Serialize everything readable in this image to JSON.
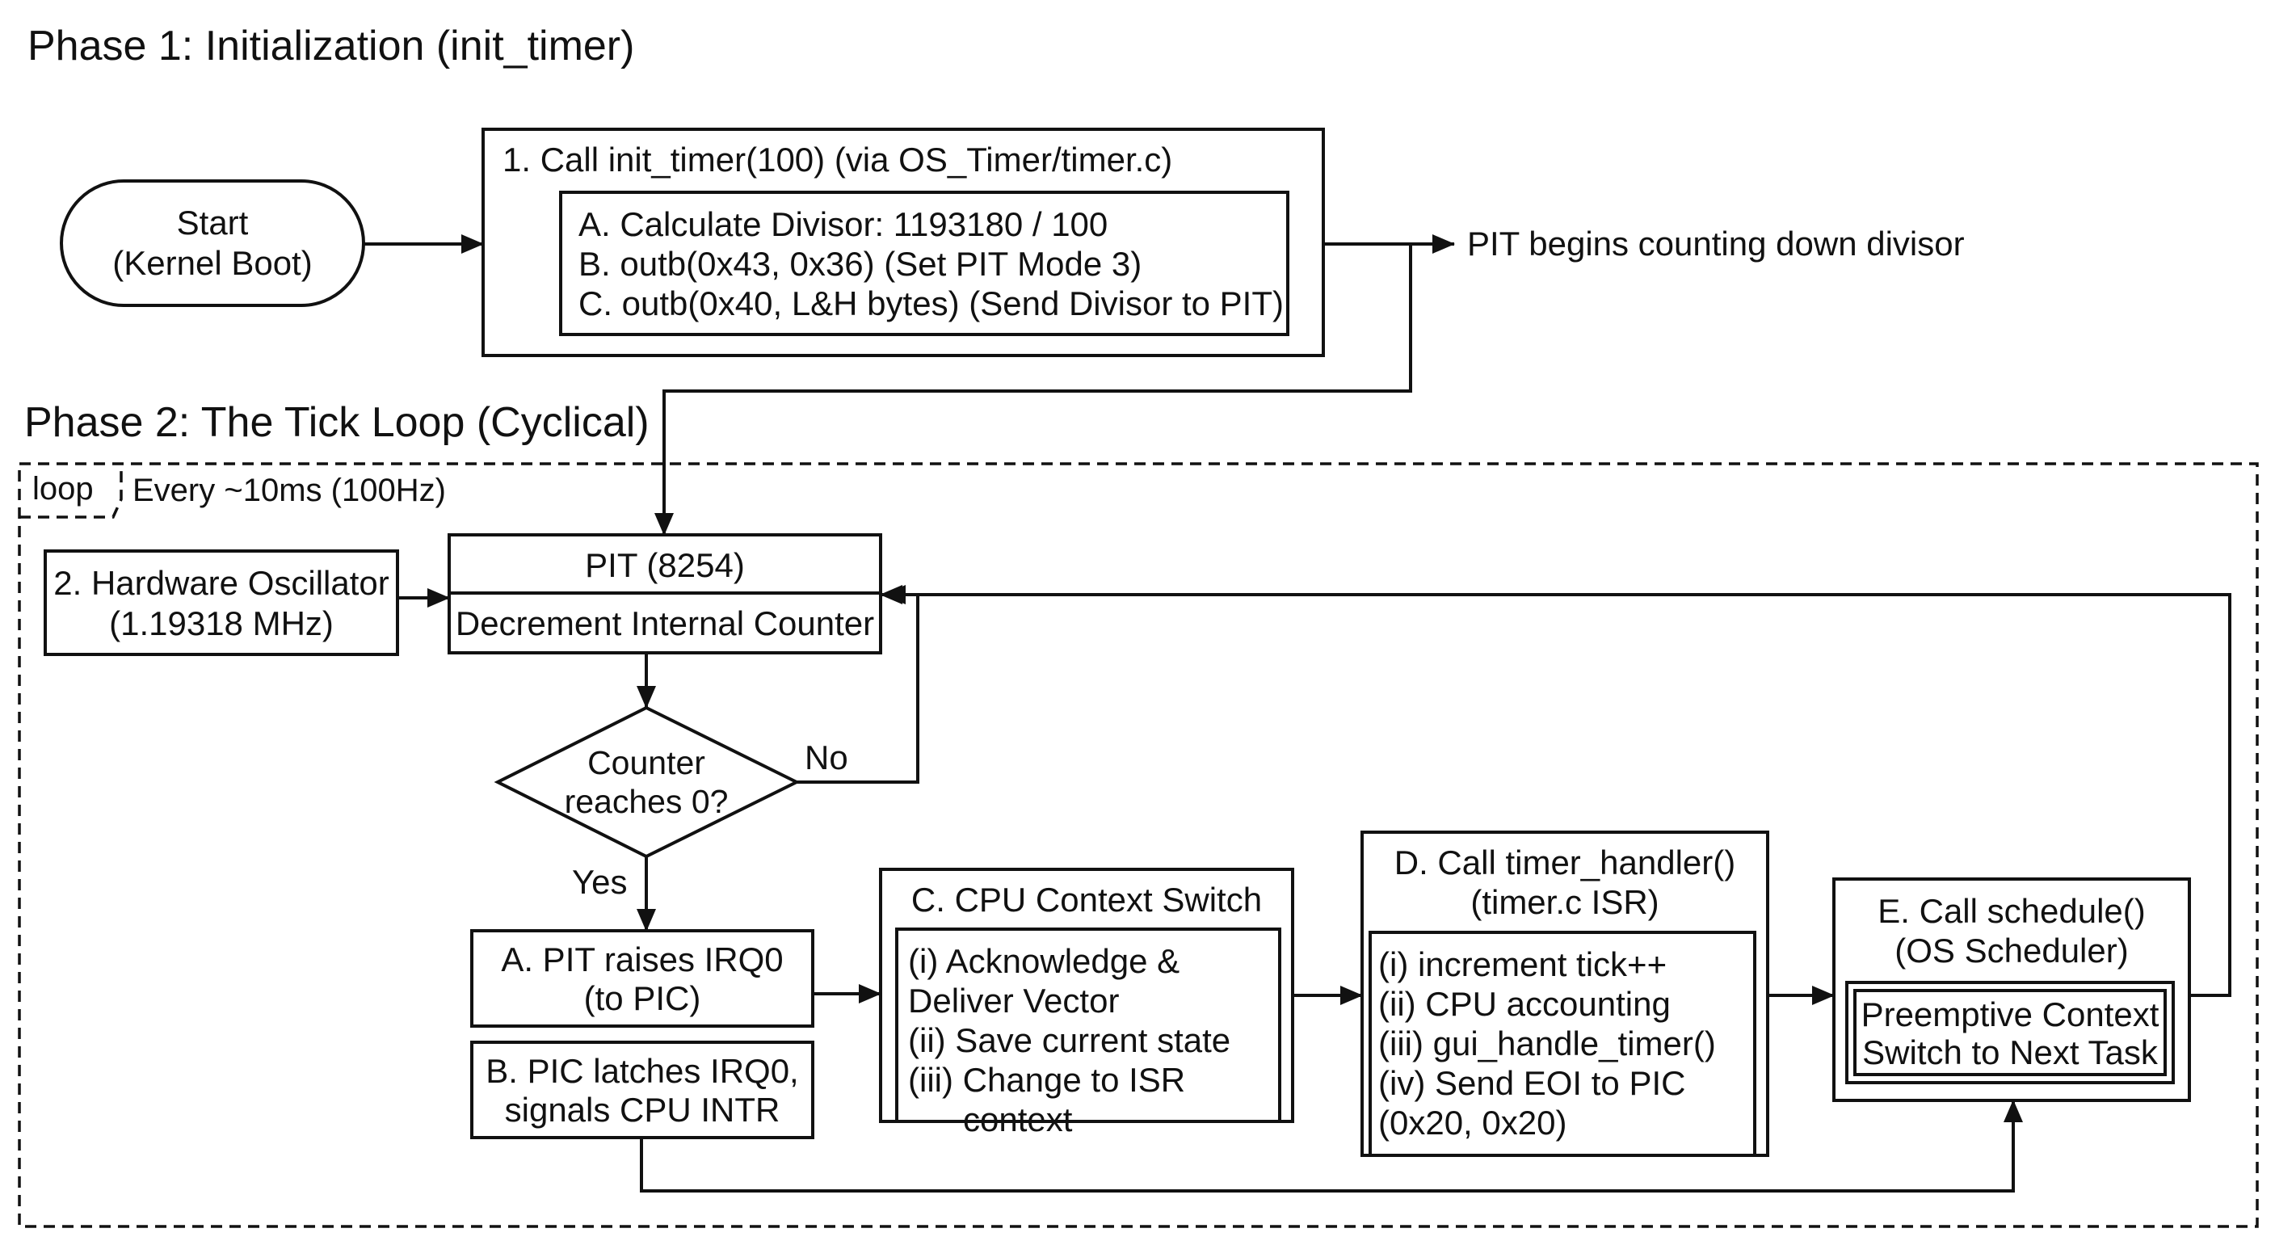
{
  "phase1": {
    "title": "Phase 1: Initialization (init_timer)",
    "start_line1": "Start",
    "start_line2": "(Kernel Boot)",
    "init_title": "1. Call init_timer(100) (via OS_Timer/timer.c)",
    "init_steps": [
      "A. Calculate Divisor: 1193180 / 100",
      "B. outb(0x43, 0x36) (Set PIT Mode 3)",
      "C. outb(0x40, L&H bytes) (Send Divisor to PIT)"
    ],
    "pit_begins": "PIT begins counting down divisor"
  },
  "phase2": {
    "title": "Phase 2: The Tick Loop (Cyclical)",
    "loop_tag": "loop",
    "loop_condition": "Every ~10ms (100Hz)",
    "oscillator_line1": "2. Hardware Oscillator",
    "oscillator_line2": "(1.19318 MHz)",
    "pit_header": "PIT (8254)",
    "pit_body": "Decrement Internal Counter",
    "decision_line1": "Counter",
    "decision_line2": "reaches 0?",
    "label_no": "No",
    "label_yes": "Yes",
    "step_a_line1": "A. PIT raises IRQ0",
    "step_a_line2": "(to PIC)",
    "step_b_line1": "B. PIC latches IRQ0,",
    "step_b_line2": "signals CPU INTR",
    "step_c_title": "C. CPU Context Switch",
    "step_c_items": [
      "(i) Acknowledge &",
      "Deliver Vector",
      "(ii) Save current state",
      "(iii) Change to ISR",
      "context"
    ],
    "step_d_title_line1": "D. Call timer_handler()",
    "step_d_title_line2": "(timer.c ISR)",
    "step_d_items": [
      "(i) increment tick++",
      "(ii) CPU accounting",
      "(iii) gui_handle_timer()",
      "(iv) Send EOI to PIC",
      "(0x20, 0x20)"
    ],
    "step_e_title_line1": "E. Call schedule()",
    "step_e_title_line2": "(OS Scheduler)",
    "step_e_inner_line1": "Preemptive Context",
    "step_e_inner_line2": "Switch to Next Task"
  }
}
